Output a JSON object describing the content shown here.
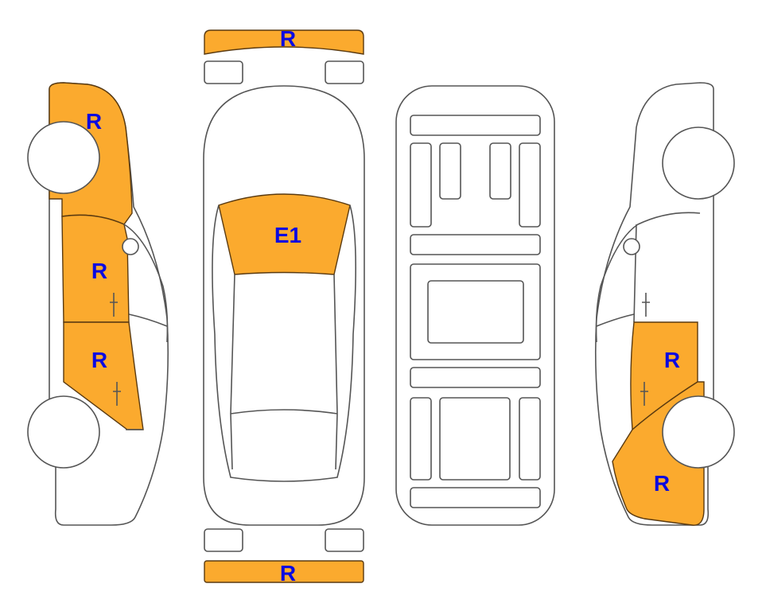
{
  "colors": {
    "damage_fill": "#FBAA2E",
    "label_color": "#0A0AE0",
    "outline": "#555555"
  },
  "views": {
    "left_side": {
      "front_fender": {
        "code": "R"
      },
      "front_door": {
        "code": "R"
      },
      "rear_door": {
        "code": "R"
      }
    },
    "top": {
      "front_bumper": {
        "code": "R"
      },
      "windshield": {
        "code": "E1"
      },
      "rear_bumper": {
        "code": "R"
      }
    },
    "right_side": {
      "rear_door": {
        "code": "R"
      },
      "rear_fender": {
        "code": "R"
      }
    }
  }
}
